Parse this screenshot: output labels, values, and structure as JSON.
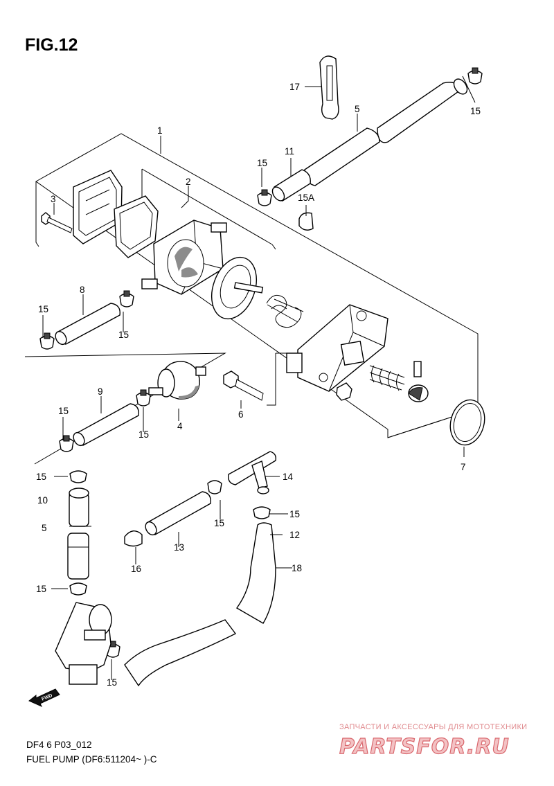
{
  "figure": {
    "title": "FIG.12",
    "code": "DF4 6 P03_012",
    "caption": "FUEL PUMP (DF6:511204~ )-C"
  },
  "callouts": [
    {
      "id": "c1",
      "text": "1"
    },
    {
      "id": "c2",
      "text": "2"
    },
    {
      "id": "c3",
      "text": "3"
    },
    {
      "id": "c4",
      "text": "4"
    },
    {
      "id": "c5a",
      "text": "5"
    },
    {
      "id": "c5b",
      "text": "5"
    },
    {
      "id": "c6",
      "text": "6"
    },
    {
      "id": "c7",
      "text": "7"
    },
    {
      "id": "c8",
      "text": "8"
    },
    {
      "id": "c9",
      "text": "9"
    },
    {
      "id": "c10",
      "text": "10"
    },
    {
      "id": "c11",
      "text": "11"
    },
    {
      "id": "c12",
      "text": "12"
    },
    {
      "id": "c13",
      "text": "13"
    },
    {
      "id": "c14",
      "text": "14"
    },
    {
      "id": "c15a",
      "text": "15"
    },
    {
      "id": "c15b",
      "text": "15"
    },
    {
      "id": "c15c",
      "text": "15"
    },
    {
      "id": "c15d",
      "text": "15"
    },
    {
      "id": "c15e",
      "text": "15"
    },
    {
      "id": "c15f",
      "text": "15"
    },
    {
      "id": "c15g",
      "text": "15"
    },
    {
      "id": "c15h",
      "text": "15"
    },
    {
      "id": "c15i",
      "text": "15"
    },
    {
      "id": "c15j",
      "text": "15"
    },
    {
      "id": "c15k",
      "text": "15"
    },
    {
      "id": "c15A",
      "text": "15A"
    },
    {
      "id": "c16",
      "text": "16"
    },
    {
      "id": "c17",
      "text": "17"
    },
    {
      "id": "c18",
      "text": "18"
    }
  ],
  "badge": {
    "fwd": "FWD"
  },
  "watermark": {
    "line1": "ЗАПЧАСТИ И АКСЕССУАРЫ ДЛЯ МОТОТЕХНИКИ",
    "line2": "PARTSFOR.RU"
  }
}
